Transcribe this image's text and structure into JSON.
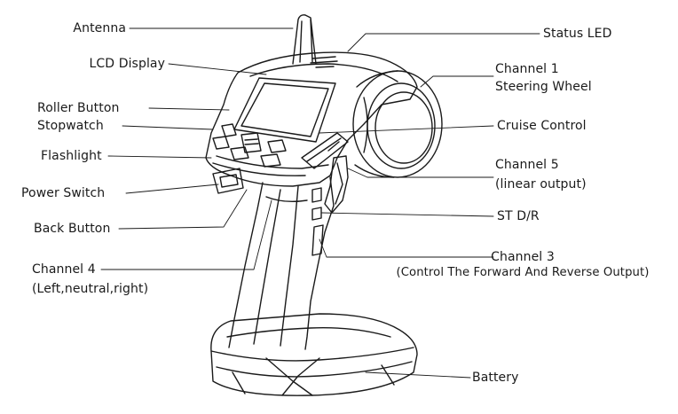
{
  "labels": {
    "antenna": "Antenna",
    "lcd_display": "LCD Display",
    "roller_button": "Roller Button",
    "stopwatch": "Stopwatch",
    "flashlight": "Flashlight",
    "power_switch": "Power Switch",
    "back_button": "Back Button",
    "channel4_line1": "Channel 4",
    "channel4_line2": "(Left,neutral,right)",
    "status_led": "Status LED",
    "channel1_line1": "Channel 1",
    "channel1_line2": "Steering Wheel",
    "cruise_control": "Cruise Control",
    "channel5_line1": "Channel 5",
    "channel5_line2": "(linear output)",
    "st_dr": "ST D/R",
    "channel3_line1": "Channel 3",
    "channel3_line2": "(Control The Forward And Reverse Output)",
    "battery": "Battery"
  },
  "colors": {
    "line": "#1a1a1a",
    "background": "#ffffff"
  }
}
